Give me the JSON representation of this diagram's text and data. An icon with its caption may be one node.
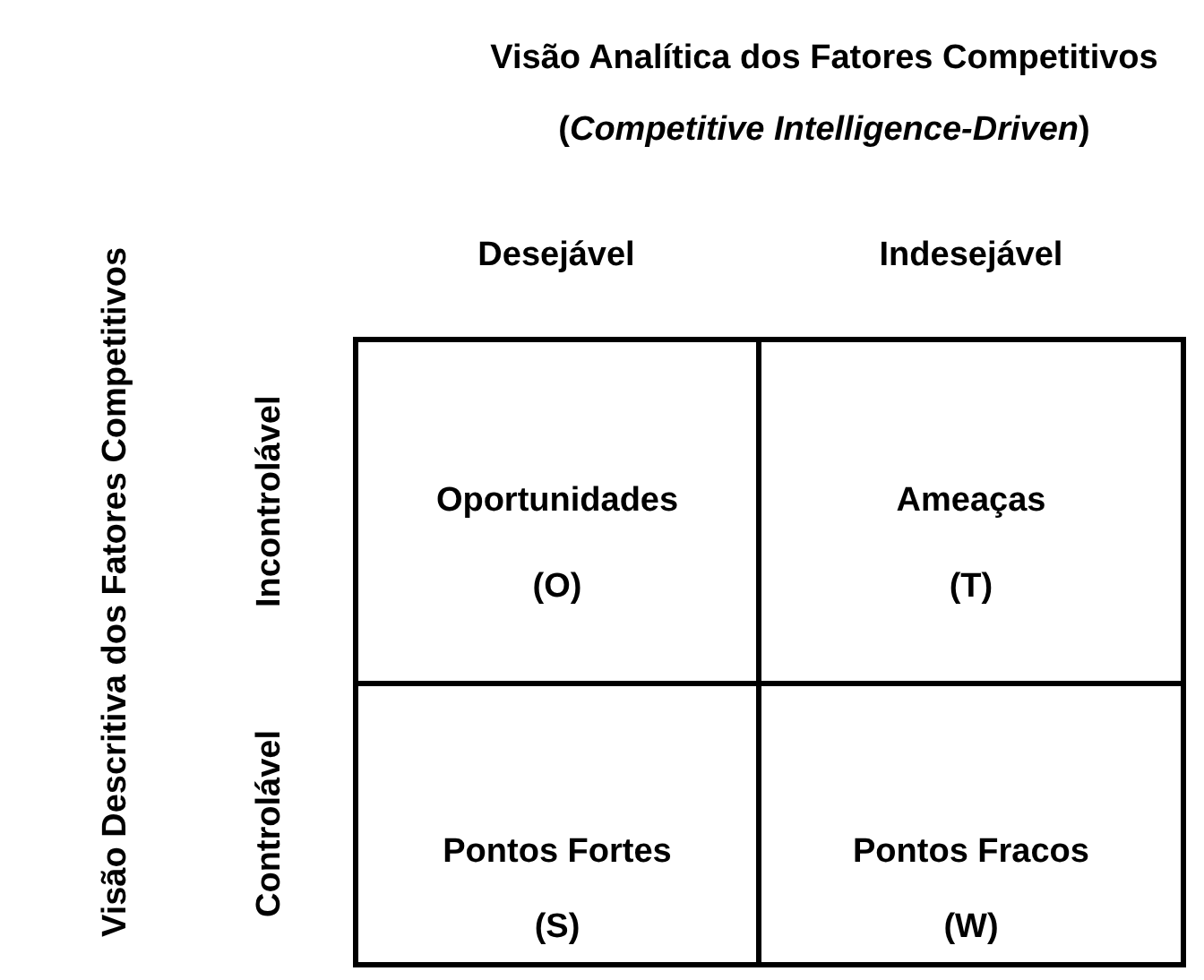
{
  "diagram": {
    "title": "Visão Analítica dos Fatores Competitivos",
    "nodes": [
      {
        "text": [
          "Oportunidades",
          "(O)"
        ]
      },
      {
        "text": [
          "Ameaças",
          "(T)"
        ]
      },
      {
        "text": [
          "Pontos Fortes",
          "(S)"
        ]
      },
      {
        "text": [
          "Pontos Fracos",
          "(W)"
        ]
      }
    ],
    "labels": [
      "(*Competitive Intelligence-Driven*)",
      "Visão Descritiva dos Fatores Competitivos",
      "Desejável",
      "Indesejável",
      "Incontrolável",
      "Controlável"
    ]
  }
}
